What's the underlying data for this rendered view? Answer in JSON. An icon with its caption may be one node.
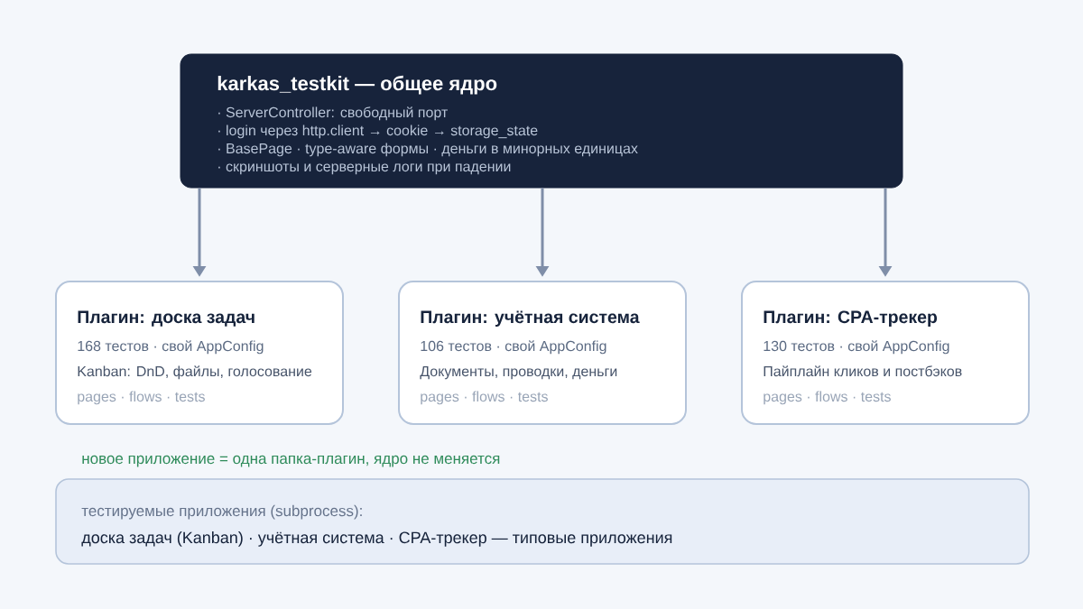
{
  "diagram": {
    "nodes": [
      {
        "text": [
          "karkas_testkit — общее ядро",
          "· ServerController: свободный порт",
          "· login через http.client → cookie → storage_state",
          "· BasePage · type-aware формы · деньги в минорных единицах",
          "· скриншоты и серверные логи при падении"
        ]
      },
      {
        "text": [
          "Плагин: доска задач",
          "168 тестов · свой AppConfig",
          "Kanban: DnD, файлы, голосование",
          "pages · flows · tests"
        ]
      },
      {
        "text": [
          "Плагин: учётная система",
          "106 тестов · свой AppConfig",
          "Документы, проводки, деньги",
          "pages · flows · tests"
        ]
      },
      {
        "text": [
          "Плагин: CPA-трекер",
          "130 тестов · свой AppConfig",
          "Пайплайн кликов и постбэков",
          "pages · flows · tests"
        ]
      },
      {
        "text": [
          "тестируемые приложения (subprocess):",
          "доска задач (Kanban) · учётная система · CPA-трекер — типовые приложения"
        ]
      }
    ],
    "edges": [
      {
        "from": 0,
        "to": 1,
        "arrow": "to"
      },
      {
        "from": 0,
        "to": 2,
        "arrow": "to"
      },
      {
        "from": 0,
        "to": 3,
        "arrow": "to"
      }
    ],
    "labels": [
      "новое приложение = одна папка-плагин, ядро не меняется"
    ]
  }
}
